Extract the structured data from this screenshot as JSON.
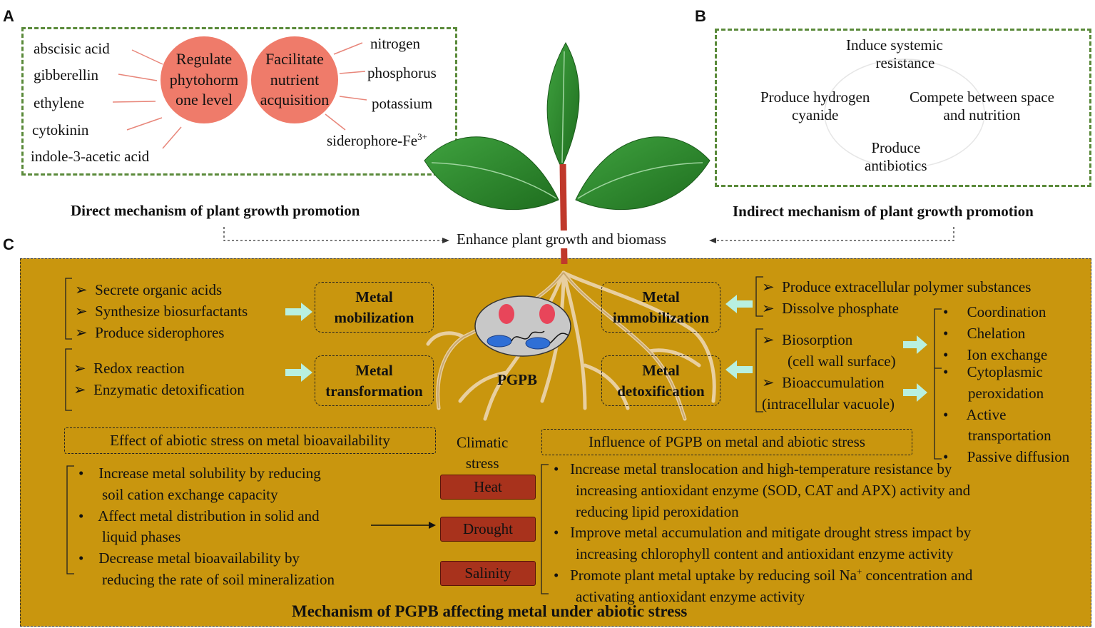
{
  "panel_labels": {
    "a": "A",
    "b": "B",
    "c": "C"
  },
  "panel_a": {
    "left_items": [
      "abscisic acid",
      "gibberellin",
      "ethylene",
      "cytokinin",
      "indole-3-acetic acid"
    ],
    "circle1": "Regulate phytohorm one level",
    "circle1_lines": [
      "Regulate",
      "phytohorm",
      "one level"
    ],
    "circle2_lines": [
      "Facilitate",
      "nutrient",
      "acquisition"
    ],
    "right_items": [
      "nitrogen",
      "phosphorus",
      "potassium",
      "siderophore-Fe"
    ],
    "siderophore_sup": "3+",
    "caption": "Direct mechanism of plant growth promotion"
  },
  "panel_b": {
    "items": [
      [
        "Induce systemic",
        "resistance"
      ],
      [
        "Produce hydrogen",
        "cyanide"
      ],
      [
        "Compete between space",
        "and nutrition"
      ],
      [
        "Produce",
        "antibiotics"
      ]
    ],
    "caption": "Indirect mechanism of plant growth promotion"
  },
  "center_text": "Enhance plant growth and biomass",
  "panel_c": {
    "mobilization_items": [
      "Secrete organic acids",
      "Synthesize biosurfactants",
      "Produce siderophores"
    ],
    "mobilization_label": [
      "Metal",
      "mobilization"
    ],
    "transformation_items": [
      "Redox reaction",
      "Enzymatic detoxification"
    ],
    "transformation_label": [
      "Metal",
      "transformation"
    ],
    "pgpb_label": "PGPB",
    "immobilization_label": [
      "Metal",
      "immobilization"
    ],
    "immobilization_items": [
      "Produce extracellular polymer substances",
      "Dissolve phosphate"
    ],
    "detoxification_label": [
      "Metal",
      "detoxification"
    ],
    "biosorption": [
      "Biosorption",
      "(cell wall surface)"
    ],
    "bioaccumulation": [
      "Bioaccumulation",
      "(intracellular vacuole)"
    ],
    "biosorption_bullets": [
      "Coordination",
      "Chelation",
      "Ion exchange"
    ],
    "bioaccumulation_bullets": [
      "Cytoplasmic",
      "peroxidation",
      "Active",
      "transportation",
      "Passive diffusion"
    ],
    "effect_title": "Effect of abiotic stress on metal bioavailability",
    "effect_items": [
      [
        "Increase metal solubility by reducing",
        "soil cation exchange capacity"
      ],
      [
        "Affect metal distribution in solid and",
        "liquid phases"
      ],
      [
        "Decrease metal bioavailability by",
        "reducing the rate of soil mineralization"
      ]
    ],
    "climatic": [
      "Climatic",
      "stress"
    ],
    "stresses": [
      "Heat",
      "Drought",
      "Salinity"
    ],
    "influence_title": "Influence of PGPB on metal and abiotic stress",
    "influence_items": [
      [
        "Increase metal translocation and high-temperature resistance by",
        "increasing antioxidant enzyme (SOD, CAT and APX) activity and",
        "reducing lipid peroxidation"
      ],
      [
        "Improve metal accumulation and mitigate drought stress impact by",
        "increasing chlorophyll content and antioxidant enzyme activity"
      ],
      [
        "Promote plant metal uptake by reducing soil Na",
        "activating antioxidant enzyme activity"
      ]
    ],
    "na_sup": "+",
    "na_tail": " concentration and",
    "title": "Mechanism of PGPB affecting metal under abiotic stress"
  },
  "colors": {
    "circle": "#ef7b6a",
    "dash_green": "#5a8a3a",
    "panel_bg": "#c9960e",
    "stress_box": "#a8321c",
    "arrow_light": "#b8f0e0",
    "leaf": "#2e8b2e",
    "stem": "#c0392b"
  },
  "icons": {
    "plant": "plant-illustration",
    "bacteria": "bacteria-cell-icon",
    "roots": "root-system"
  }
}
